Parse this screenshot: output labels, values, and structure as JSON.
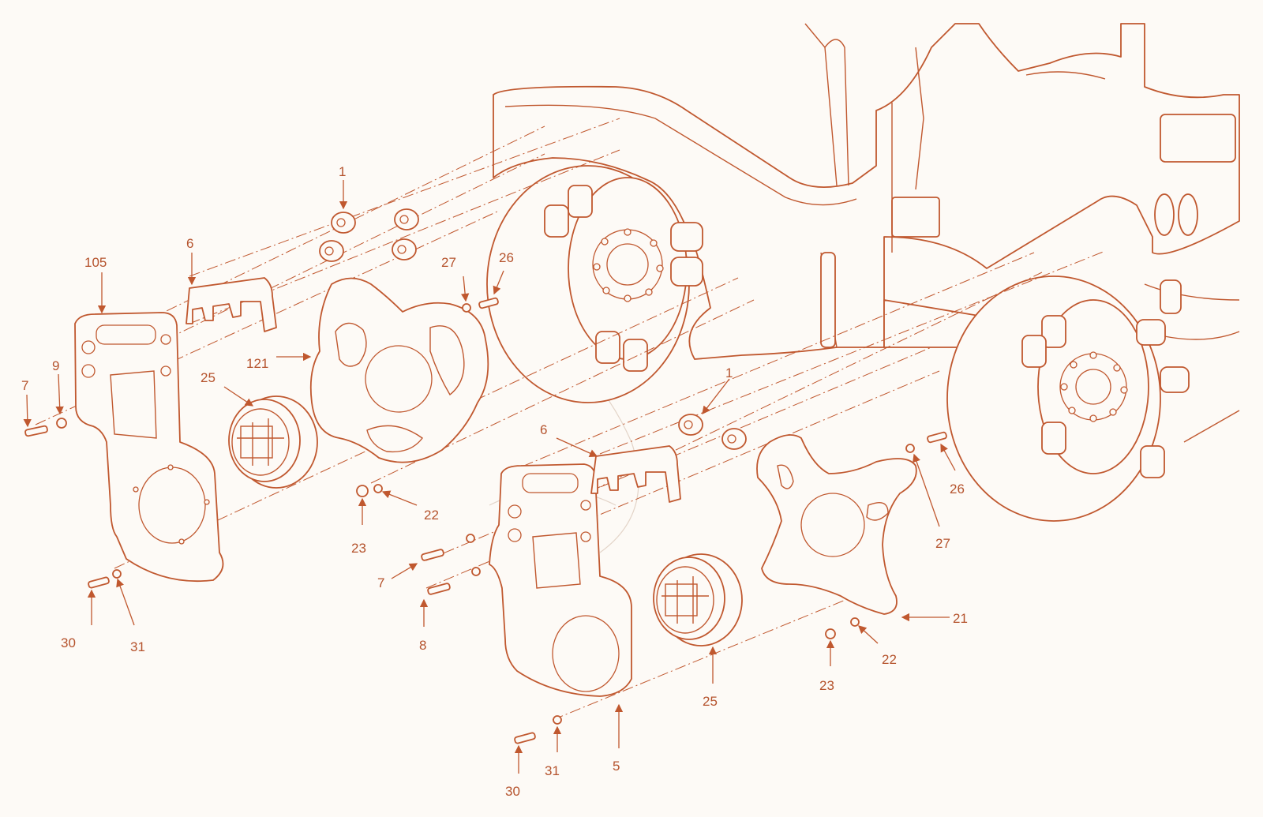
{
  "colors": {
    "line": "#c0582f",
    "label": "#b5532d",
    "background": "#fdfaf6"
  },
  "callouts": [
    {
      "id": "c1a",
      "text": "1"
    },
    {
      "id": "c6a",
      "text": "6"
    },
    {
      "id": "c105",
      "text": "105"
    },
    {
      "id": "c9",
      "text": "9"
    },
    {
      "id": "c7a",
      "text": "7"
    },
    {
      "id": "c121",
      "text": "121"
    },
    {
      "id": "c27a",
      "text": "27"
    },
    {
      "id": "c26a",
      "text": "26"
    },
    {
      "id": "c25a",
      "text": "25"
    },
    {
      "id": "c23a",
      "text": "23"
    },
    {
      "id": "c22a",
      "text": "22"
    },
    {
      "id": "c30a",
      "text": "30"
    },
    {
      "id": "c31a",
      "text": "31"
    },
    {
      "id": "c1b",
      "text": "1"
    },
    {
      "id": "c6b",
      "text": "6"
    },
    {
      "id": "c7b",
      "text": "7"
    },
    {
      "id": "c8",
      "text": "8"
    },
    {
      "id": "c25b",
      "text": "25"
    },
    {
      "id": "c5",
      "text": "5"
    },
    {
      "id": "c30b",
      "text": "30"
    },
    {
      "id": "c31b",
      "text": "31"
    },
    {
      "id": "c26b",
      "text": "26"
    },
    {
      "id": "c27b",
      "text": "27"
    },
    {
      "id": "c21",
      "text": "21"
    },
    {
      "id": "c22b",
      "text": "22"
    },
    {
      "id": "c23b",
      "text": "23"
    }
  ]
}
